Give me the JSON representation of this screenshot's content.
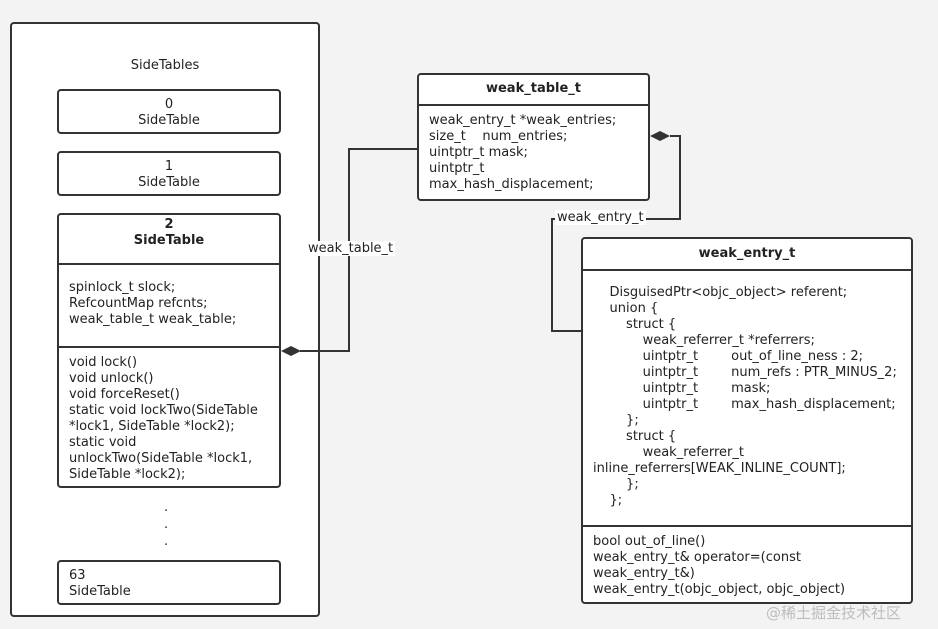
{
  "sidetables": {
    "title": "SideTables",
    "table0": {
      "index": "0",
      "name": "SideTable"
    },
    "table1": {
      "index": "1",
      "name": "SideTable"
    },
    "table2": {
      "index": "2",
      "name": "SideTable",
      "fields": [
        "spinlock_t slock;",
        "RefcountMap refcnts;",
        "weak_table_t weak_table;"
      ],
      "methods": [
        "void lock()",
        "void unlock()",
        "void forceReset()",
        "static void lockTwo(SideTable",
        "*lock1, SideTable *lock2);",
        "static void",
        "unlockTwo(SideTable *lock1,",
        "SideTable *lock2);"
      ]
    },
    "ellipsis": [
      ".",
      ".",
      "."
    ],
    "table63": {
      "index": "63",
      "name": "SideTable"
    }
  },
  "weak_table": {
    "title": "weak_table_t",
    "fields": [
      "weak_entry_t *weak_entries;",
      "size_t    num_entries;",
      "uintptr_t mask;",
      "uintptr_t",
      "max_hash_displacement;"
    ]
  },
  "weak_entry": {
    "title": "weak_entry_t",
    "fields": [
      "    DisguisedPtr<objc_object> referent;",
      "    union {",
      "        struct {",
      "            weak_referrer_t *referrers;",
      "            uintptr_t        out_of_line_ness : 2;",
      "            uintptr_t        num_refs : PTR_MINUS_2;",
      "            uintptr_t        mask;",
      "            uintptr_t        max_hash_displacement;",
      "        };",
      "        struct {",
      "            weak_referrer_t",
      "inline_referrers[WEAK_INLINE_COUNT];",
      "        };",
      "    };"
    ],
    "methods": [
      "bool out_of_line()",
      "weak_entry_t& operator=(const",
      "weak_entry_t&)",
      "weak_entry_t(objc_object, objc_object)"
    ]
  },
  "edges": {
    "sidetable_to_weaktable": "weak_table_t",
    "weaktable_to_weakentry": "weak_entry_t"
  },
  "watermark": "@稀土掘金技术社区"
}
